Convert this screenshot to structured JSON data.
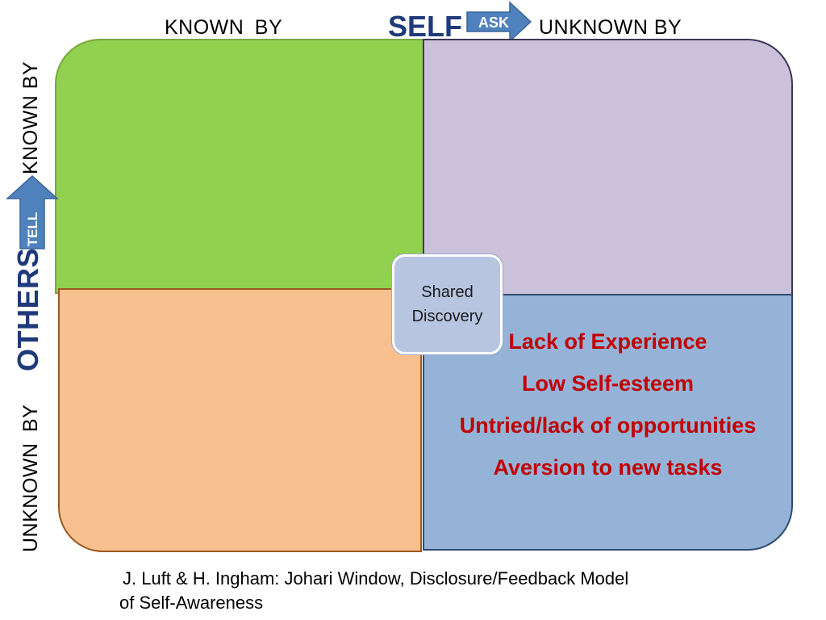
{
  "top": {
    "known_by": "KNOWN BY",
    "self": "SELF",
    "ask": "ASK",
    "unknown_by": "UNKNOWN BY"
  },
  "side": {
    "known_by": "KNOWN BY",
    "tell": "TELL",
    "others": "OTHERS",
    "unknown_by": "UNKNOWN BY"
  },
  "center": {
    "line1": "Shared",
    "line2": "Discovery"
  },
  "unknown_quadrant": {
    "items": [
      "Lack of Experience",
      "Low Self-esteem",
      "Untried/lack of opportunities",
      "Aversion to new tasks"
    ]
  },
  "caption": {
    "line1": "J. Luft & H. Ingham: Johari Window, Disclosure/Feedback Model",
    "line2": "of Self-Awareness"
  },
  "colors": {
    "open": "#92d050",
    "blind": "#ccc1da",
    "hidden": "#f8c08f",
    "unknown": "#95b3d7",
    "arrow": "#4f81bd",
    "heading": "#1f3a7a",
    "list_text": "#c00000"
  }
}
